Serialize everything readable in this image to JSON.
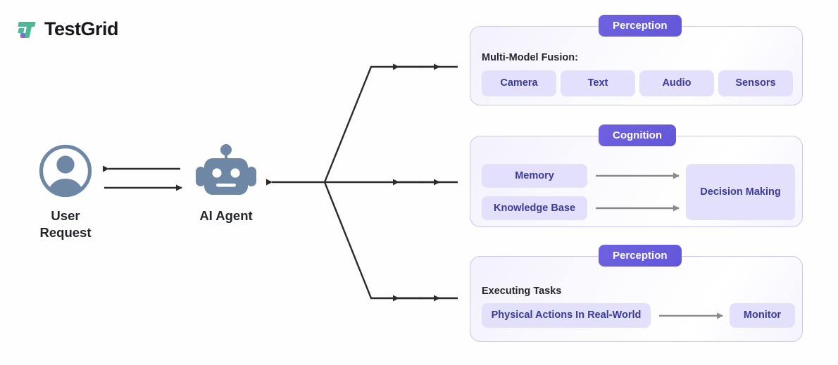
{
  "brand": {
    "wordmark": "TestGrid",
    "logo_icon": "testgrid-logo-icon",
    "green": "#4db898",
    "purple": "#7b6ce0"
  },
  "actors": [
    {
      "id": "user",
      "icon": "user-avatar-icon",
      "caption": "User\nRequest",
      "color": "#6d87a5"
    },
    {
      "id": "agent",
      "icon": "robot-icon",
      "caption": "AI Agent",
      "color": "#6d87a5"
    }
  ],
  "flow": {
    "user_to_agent_arrow": "arrow-right",
    "agent_to_user_arrow": "arrow-left",
    "hub_arrow_left": "arrow-left",
    "branch_arrows": [
      "arrow-left",
      "arrow-right"
    ],
    "line_color": "#2b2b2b"
  },
  "panels": [
    {
      "id": "perception",
      "badge": "Perception",
      "heading": "Multi-Model Fusion:",
      "chips": [
        "Camera",
        "Text",
        "Audio",
        "Sensors"
      ]
    },
    {
      "id": "cognition",
      "badge": "Cognition",
      "heading": "",
      "chips": [
        "Memory",
        "Knowledge Base",
        "Decision Making"
      ],
      "arrows": [
        "arrow-right",
        "arrow-right"
      ]
    },
    {
      "id": "execution",
      "badge": "Perception",
      "heading": "Executing Tasks",
      "chips": [
        "Physical Actions In Real-World",
        "Monitor"
      ],
      "arrows": [
        "arrow-right"
      ]
    }
  ],
  "colors": {
    "badge_bg": "#6257d8",
    "chip_bg": "#e3e0fb",
    "chip_text": "#3c3a9b",
    "panel_border": "#ccc6f0",
    "panel_bg": "#f6f4fd",
    "heading_text": "#23262b",
    "inner_arrow": "#8a8a8a"
  }
}
